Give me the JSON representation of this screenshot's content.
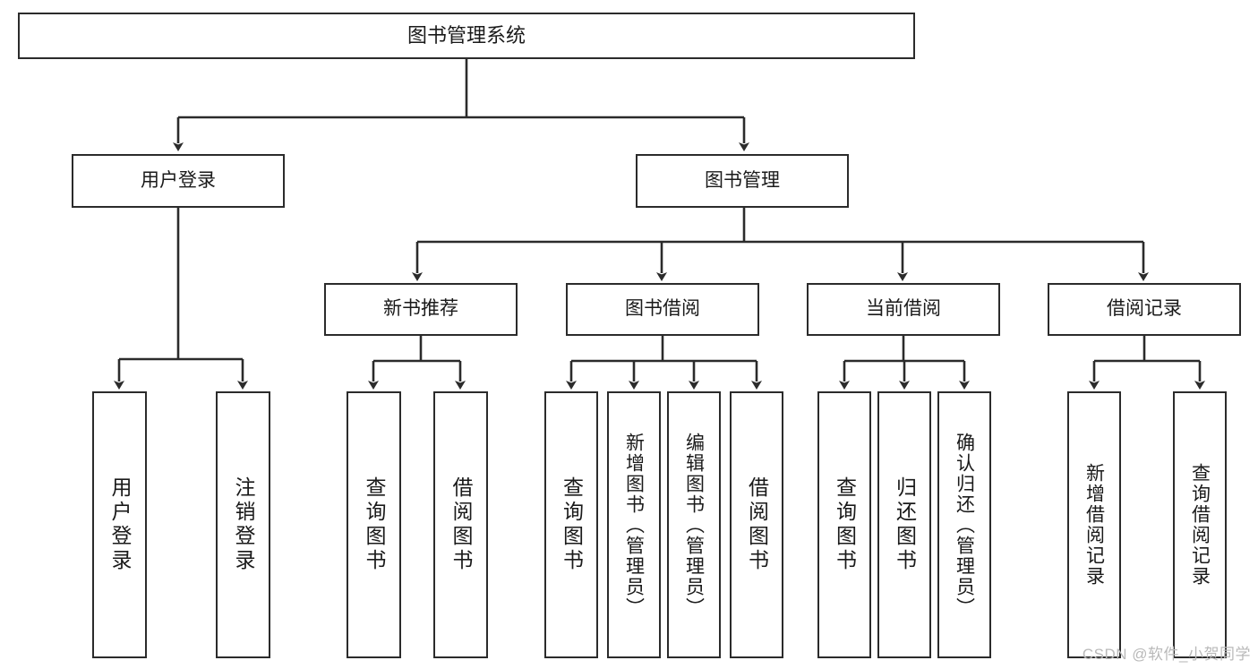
{
  "diagram": {
    "title": "图书管理系统",
    "watermark": "CSDN @软件_小贺同学",
    "colors": {
      "background": "#ffffff",
      "stroke": "#2b2b2b",
      "text": "#1a1a1a",
      "watermark": "#b9b9b9"
    },
    "root": {
      "label": "图书管理系统"
    },
    "level1": [
      {
        "label": "用户登录"
      },
      {
        "label": "图书管理"
      }
    ],
    "level2": [
      {
        "label": "新书推荐"
      },
      {
        "label": "图书借阅"
      },
      {
        "label": "当前借阅"
      },
      {
        "label": "借阅记录"
      }
    ],
    "leaves": {
      "user_login": [
        {
          "label": "用户登录"
        },
        {
          "label": "注销登录"
        }
      ],
      "new_book_recommend": [
        {
          "label": "查询图书"
        },
        {
          "label": "借阅图书"
        }
      ],
      "book_borrow": [
        {
          "label": "查询图书"
        },
        {
          "label": "新增图书（管理员）"
        },
        {
          "label": "编辑图书（管理员）"
        },
        {
          "label": "借阅图书"
        }
      ],
      "current_borrow": [
        {
          "label": "查询图书"
        },
        {
          "label": "归还图书"
        },
        {
          "label": "确认归还（管理员）"
        }
      ],
      "borrow_records": [
        {
          "label": "新增借阅记录"
        },
        {
          "label": "查询借阅记录"
        }
      ]
    }
  }
}
